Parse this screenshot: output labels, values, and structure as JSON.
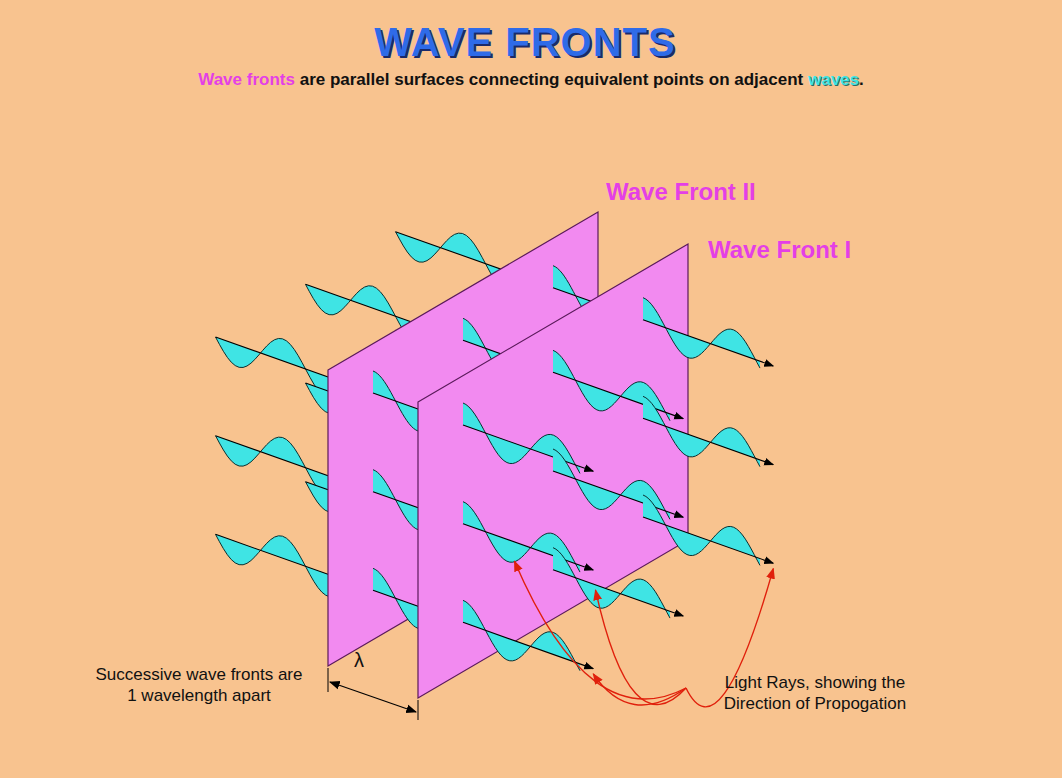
{
  "diagram": {
    "title": "WAVE FRONTS",
    "labels": [
      "Wave fronts",
      "are parallel surfaces connecting equivalent points on adjacent",
      "waves",
      ".",
      "Wave Front II",
      "Wave Front I",
      "λ",
      "Successive wave fronts are 1 wavelength apart",
      "Light Rays, showing the Direction of Propogation"
    ]
  }
}
